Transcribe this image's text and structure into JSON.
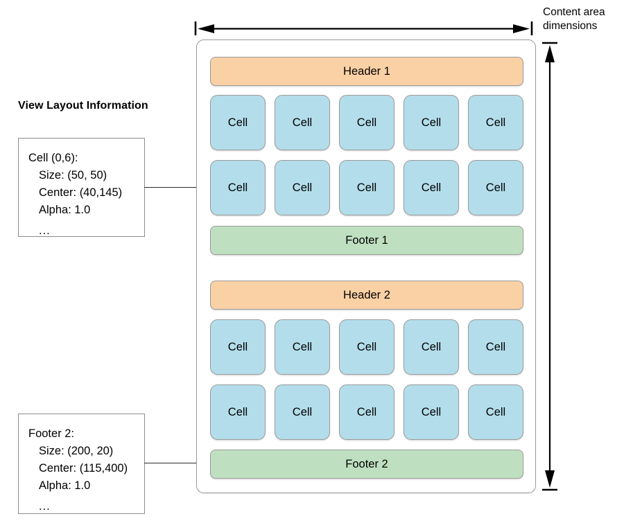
{
  "annotations": {
    "section_title": "View Layout Information",
    "content_area_label_line1": "Content area",
    "content_area_label_line2": "dimensions"
  },
  "callouts": [
    {
      "id": "cell-callout",
      "title": "Cell (0,6):",
      "size": "Size: (50, 50)",
      "center": "Center: (40,145)",
      "alpha": "Alpha: 1.0",
      "ellipsis": "..."
    },
    {
      "id": "footer-callout",
      "title": "Footer 2:",
      "size": "Size: (200, 20)",
      "center": "Center: (115,400)",
      "alpha": "Alpha: 1.0",
      "ellipsis": "..."
    }
  ],
  "content_area": {
    "sections": [
      {
        "header": "Header 1",
        "footer": "Footer 1",
        "rows": [
          [
            "Cell",
            "Cell",
            "Cell",
            "Cell",
            "Cell"
          ],
          [
            "Cell",
            "Cell",
            "Cell",
            "Cell",
            "Cell"
          ]
        ]
      },
      {
        "header": "Header 2",
        "footer": "Footer 2",
        "rows": [
          [
            "Cell",
            "Cell",
            "Cell",
            "Cell",
            "Cell"
          ],
          [
            "Cell",
            "Cell",
            "Cell",
            "Cell",
            "Cell"
          ]
        ]
      }
    ]
  },
  "colors": {
    "header_fill": "#fad0a5",
    "footer_fill": "#bfe0c0",
    "cell_fill": "#b3ddea",
    "shape_stroke": "#9a9a9a",
    "line_stroke": "#2b2b2b",
    "callout_stroke": "#8c8c8c",
    "text": "#000000",
    "background": "#ffffff"
  }
}
